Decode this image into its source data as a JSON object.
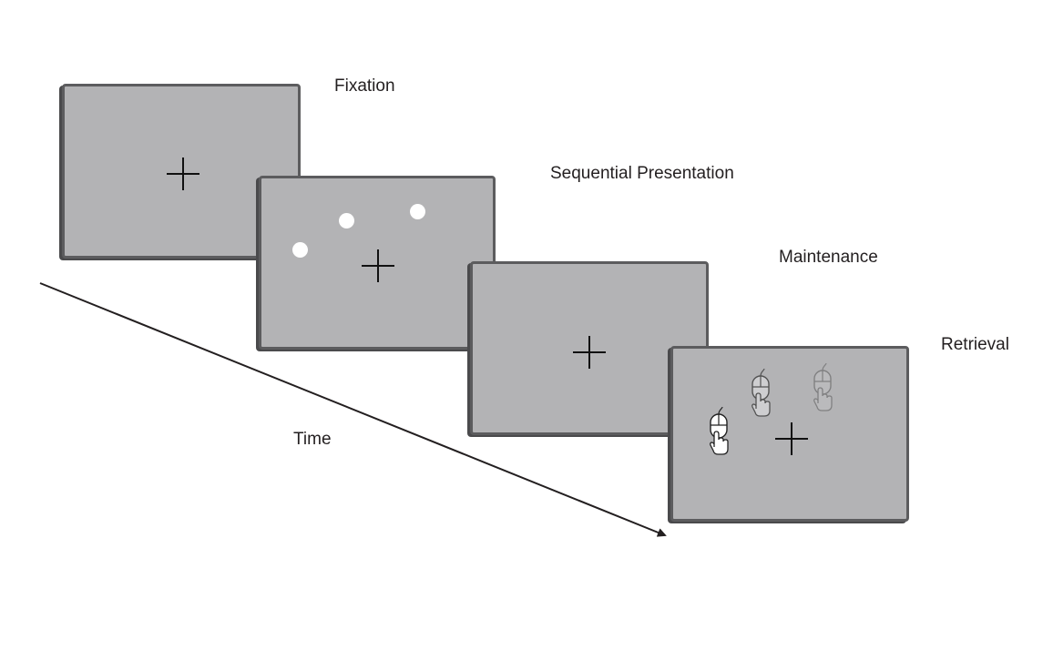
{
  "stages": [
    {
      "id": "fixation",
      "label": "Fixation"
    },
    {
      "id": "sequential",
      "label": "Sequential Presentation"
    },
    {
      "id": "maintenance",
      "label": "Maintenance"
    },
    {
      "id": "retrieval",
      "label": "Retrieval"
    }
  ],
  "time_axis": {
    "label": "Time"
  },
  "colors": {
    "screen_fill": "#b3b3b5",
    "screen_border": "#5c5c5e",
    "dot": "#ffffff",
    "cross": "#111111",
    "text": "#231f20"
  },
  "icons": [
    "fixation-cross-icon",
    "stimulus-dot",
    "mouse-click-icon"
  ]
}
